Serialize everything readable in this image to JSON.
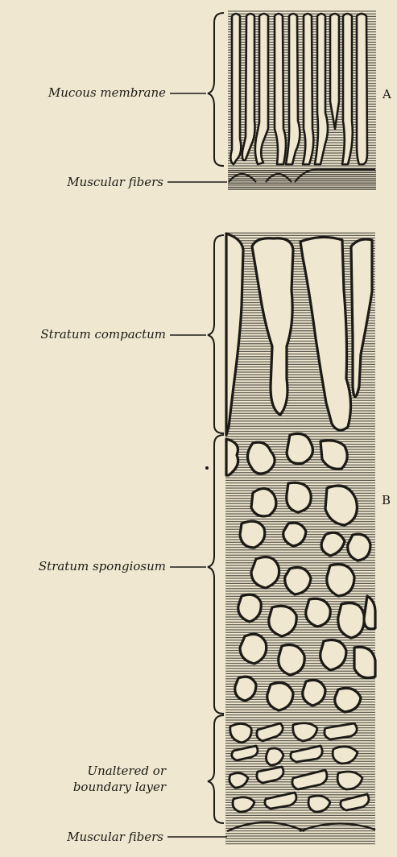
{
  "labels": {
    "mucous_membrane": "Mucous membrane",
    "muscular_fibers_a": "Muscular fibers",
    "stratum_compactum": "Stratum compactum",
    "stratum_spongiosum": "Stratum spongiosum",
    "unaltered_line1": "Unaltered or",
    "unaltered_line2": "boundary layer",
    "muscular_fibers_b": "Muscular fibers"
  },
  "letters": {
    "a": "A",
    "b": "B"
  },
  "colors": {
    "background": "#efe7cf",
    "ink": "#1b1a16",
    "tissue": "#6e6c66"
  }
}
